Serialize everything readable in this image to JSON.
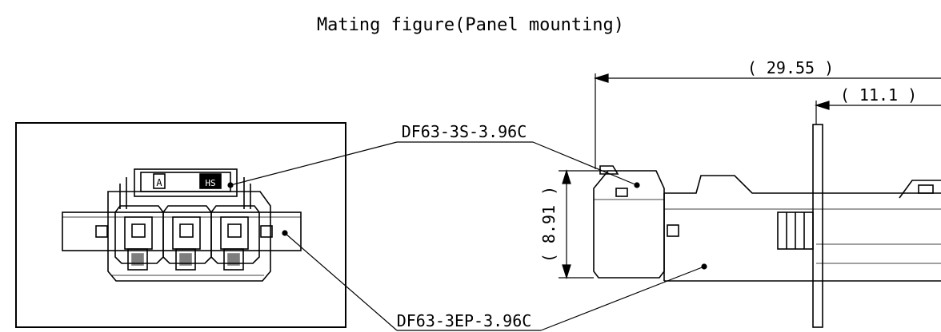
{
  "title": "Mating figure(Panel mounting)",
  "labels": {
    "part_socket": "DF63-3S-3.96C",
    "part_header": "DF63-3EP-3.96C"
  },
  "dimensions": {
    "overall_length": "( 29.55 )",
    "panel_offset": "( 11.1 )",
    "height": "( 8.91 )"
  },
  "front_view_marks": {
    "left_mark": "A",
    "right_mark": "HS"
  },
  "colors": {
    "line": "#000000",
    "background": "#ffffff"
  }
}
